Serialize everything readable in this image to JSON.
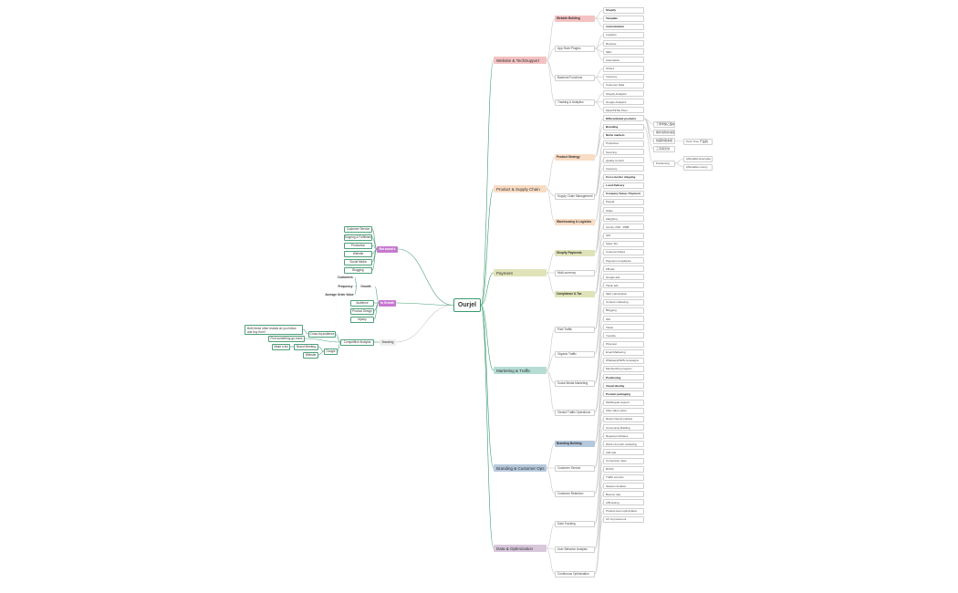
{
  "root": "Ourjel",
  "right": [
    {
      "label": "Website & TechSupport",
      "color": "#f4c2c2",
      "children": [
        {
          "label": "Website Building",
          "color": "#f4c2c2",
          "children": [
            {
              "label": "Shopify",
              "bold": true
            },
            {
              "label": "Template",
              "bold": true
            },
            {
              "label": "customization",
              "bold": true
            }
          ]
        },
        {
          "label": "App Store Plugins",
          "children": [
            {
              "label": "Logistics"
            },
            {
              "label": "Reviews"
            },
            {
              "label": "SEO"
            },
            {
              "label": "Automation"
            }
          ]
        },
        {
          "label": "Backend Functions",
          "children": [
            {
              "label": "Orders"
            },
            {
              "label": "Inventory"
            },
            {
              "label": "Customer Data"
            }
          ]
        },
        {
          "label": "Tracking & Analytics",
          "children": [
            {
              "label": "Shopify Analytics"
            },
            {
              "label": "Google Analytics"
            },
            {
              "label": "Meta/TikTok Pixel"
            }
          ]
        }
      ]
    },
    {
      "label": "Product & Supply Chain",
      "color": "#f9dcc4",
      "children": [
        {
          "label": "Product Strategy",
          "color": "#f9dcc4",
          "children": [
            {
              "label": "Differentiated products",
              "bold": true,
              "children": [
                {
                  "label": "丁苯甲酸乙酯成分"
                },
                {
                  "label": "紫外线防护涂层"
                },
                {
                  "label": "抗菌防霉涂层"
                },
                {
                  "label": "三无纯天然"
                },
                {
                  "label": "Toxin Free 产品线"
                }
              ]
            },
            {
              "label": "Branding",
              "bold": true,
              "children": [
                {
                  "label": "Positioning",
                  "children": [
                    {
                      "label": "Affordable Everyday"
                    },
                    {
                      "label": "Affordable Luxury"
                    }
                  ]
                }
              ]
            },
            {
              "label": "Niche markets",
              "bold": true
            }
          ]
        },
        {
          "label": "Supply Chain Management",
          "children": [
            {
              "label": "Production"
            },
            {
              "label": "Sourcing"
            },
            {
              "label": "Quality Control"
            },
            {
              "label": "Inventory"
            }
          ]
        },
        {
          "label": "Warehousing & Logistics",
          "color": "#f9dcc4",
          "children": [
            {
              "label": "Cross-border shipping",
              "bold": true
            },
            {
              "label": "Local Delivery",
              "bold": true
            }
          ]
        }
      ]
    },
    {
      "label": "Payment",
      "color": "#dfe3b8",
      "children": [
        {
          "label": "Shopify Payments",
          "color": "#dfe3b8",
          "children": [
            {
              "label": "Company Setup / Payment",
              "bold": true
            },
            {
              "label": "Paypal"
            },
            {
              "label": "Stripe"
            },
            {
              "label": "Klarghinq"
            }
          ]
        },
        {
          "label": "Multi-currency",
          "children": [
            {
              "label": "county USD · RMB"
            }
          ]
        },
        {
          "label": "Compliance & Tax",
          "color": "#dfe3b8",
          "children": [
            {
              "label": "VAT"
            },
            {
              "label": "Sales Tax"
            },
            {
              "label": "Customs Duties"
            },
            {
              "label": "Payment compliance"
            }
          ]
        }
      ]
    },
    {
      "label": "Marketing & Traffic",
      "color": "#b5ddd4",
      "children": [
        {
          "label": "Paid Traffic",
          "children": [
            {
              "label": "FB ads"
            },
            {
              "label": "Google ads"
            },
            {
              "label": "Tiktok ads"
            }
          ]
        },
        {
          "label": "Organic Traffic",
          "children": [
            {
              "label": "SEO optimization"
            },
            {
              "label": "Content marketing"
            },
            {
              "label": "Blogging"
            }
          ]
        },
        {
          "label": "Social Media Marketing",
          "children": [
            {
              "label": "INS"
            },
            {
              "label": "Tiktok"
            },
            {
              "label": "Youtube"
            },
            {
              "label": "Pinterest"
            }
          ]
        },
        {
          "label": "Owned Traffic Operations",
          "children": [
            {
              "label": "Email Marketing"
            },
            {
              "label": "Whatsapp/SMS campaigns"
            },
            {
              "label": "Membership program"
            }
          ]
        }
      ]
    },
    {
      "label": "Branding & Customer Ops",
      "color": "#b6c8dc",
      "children": [
        {
          "label": "Branding Building",
          "color": "#b6c8dc",
          "children": [
            {
              "label": "Positioning",
              "bold": true
            },
            {
              "label": "Visual identity",
              "bold": true
            },
            {
              "label": "Product packaging",
              "bold": true
            }
          ]
        },
        {
          "label": "Customer Service",
          "children": [
            {
              "label": "Multilingual support"
            },
            {
              "label": "After-sales policy"
            },
            {
              "label": "Return/refund policies"
            }
          ]
        },
        {
          "label": "Customer Retention",
          "children": [
            {
              "label": "Community Building"
            },
            {
              "label": "Repeat purchases"
            },
            {
              "label": "Word-of-mouth marketing"
            }
          ]
        }
      ]
    },
    {
      "label": "Data & Optimization",
      "color": "#d9c8dc",
      "children": [
        {
          "label": "Data Tracking",
          "children": [
            {
              "label": "Add rate"
            },
            {
              "label": "Conversion rates"
            },
            {
              "label": "ROAS"
            }
          ]
        },
        {
          "label": "User Behavior Analysis",
          "children": [
            {
              "label": "Traffic sources"
            },
            {
              "label": "Session duration"
            },
            {
              "label": "Bounce rate"
            }
          ]
        },
        {
          "label": "Continuous Optimization",
          "children": [
            {
              "label": "A/B testing"
            },
            {
              "label": "Product-level optimization"
            },
            {
              "label": "UX improvement"
            }
          ]
        }
      ]
    }
  ],
  "left": {
    "social_accounts": {
      "label": "Bot social s",
      "items": [
        "Customer Service",
        "Shipping & Fulfillment",
        "Production",
        "Website",
        "Social Media",
        "Blogging"
      ]
    },
    "growth": {
      "label": "to Growth",
      "items": [
        "Audience",
        "Product Design",
        "Mystry"
      ],
      "group": "Growth",
      "group_items": [
        "Customers",
        "Frequency",
        "Average Order Value"
      ]
    },
    "branding": {
      "label": "Branding",
      "child": "Competitive Analysis",
      "children": [
        {
          "label": "Cross-bq audience",
          "children": [
            {
              "label": "Both these other brands do you follow and buy from?"
            }
          ]
        },
        {
          "label": "Find something go-rmcis"
        },
        {
          "label": "Google",
          "children": [
            {
              "label": "Brand Meeting",
              "children": [
                {
                  "label": "Make a list"
                }
              ]
            },
            {
              "label": "Website"
            }
          ]
        }
      ]
    }
  }
}
